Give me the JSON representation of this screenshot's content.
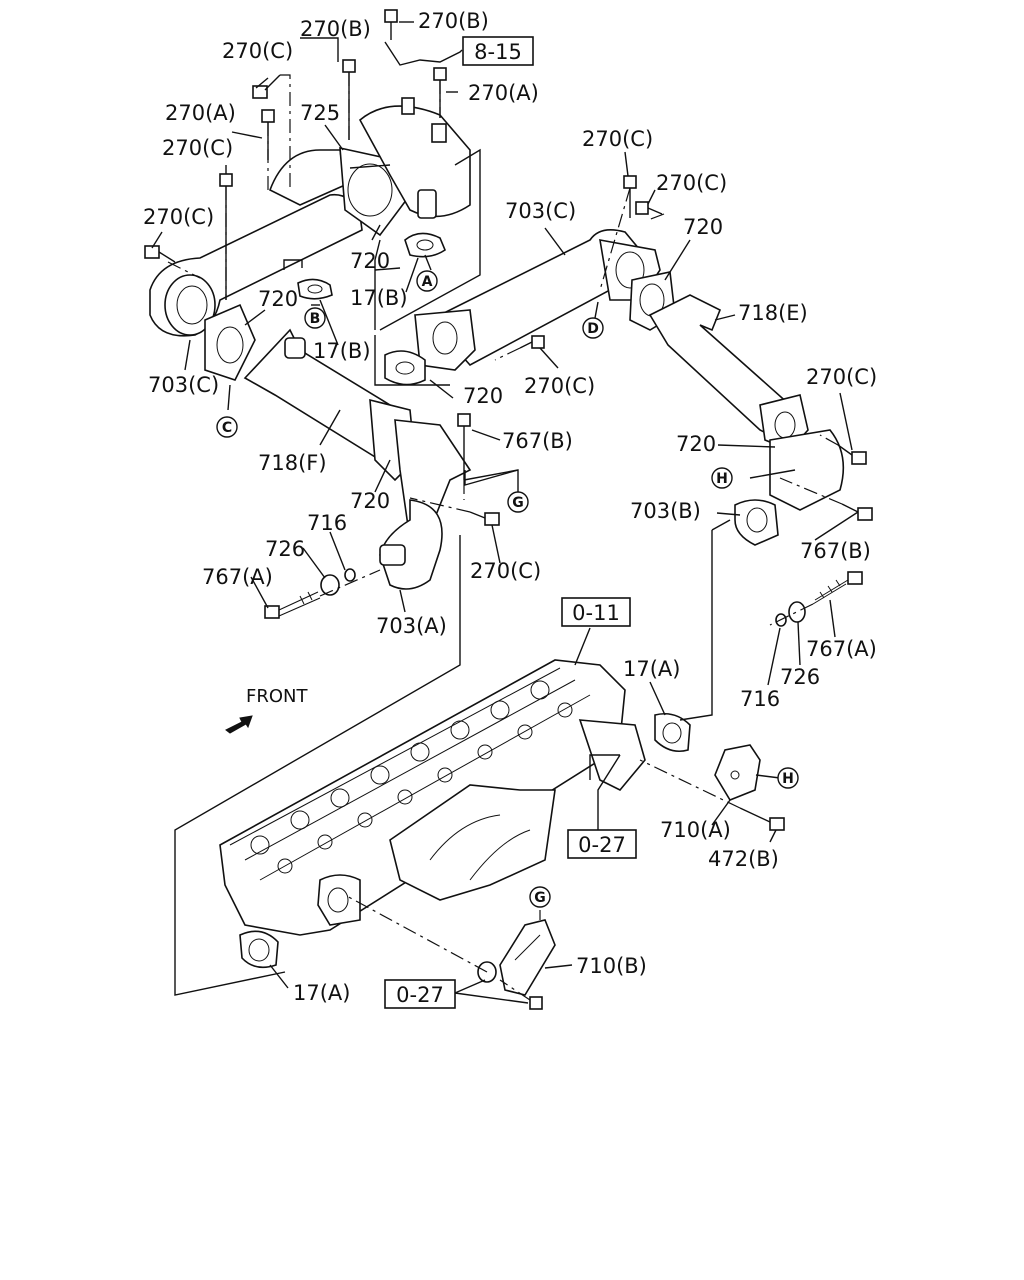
{
  "labels": {
    "l270b_top": "270(B)",
    "l270b_2": "270(B)",
    "l270c_1": "270(C)",
    "l270a_top": "270(A)",
    "l270a_left": "270(A)",
    "l725": "725",
    "l270c_2": "270(C)",
    "l270c_3": "270(C)",
    "l720_a": "720",
    "l17b_a": "17(B)",
    "l720_b": "720",
    "l17b_b": "17(B)",
    "l703c_left": "703(C)",
    "l270c_r1": "270(C)",
    "l270c_r2": "270(C)",
    "l703c_right": "703(C)",
    "l720_r": "720",
    "l718e": "718(E)",
    "l720_mid": "720",
    "l270c_mid": "270(C)",
    "l270c_right": "270(C)",
    "l720_right": "720",
    "l703b": "703(B)",
    "l767b_right": "767(B)",
    "l767a_right": "767(A)",
    "l726_right": "726",
    "l716_right": "716",
    "l718f": "718(F)",
    "l767b_left": "767(B)",
    "l720_low": "720",
    "l716_left": "716",
    "l726_left": "726",
    "l767a_left": "767(A)",
    "l270c_low": "270(C)",
    "l703a": "703(A)",
    "l17a_top": "17(A)",
    "l710a": "710(A)",
    "l472b": "472(B)",
    "l710b": "710(B)",
    "l17a_bottom": "17(A)",
    "front": "FRONT"
  },
  "refs": {
    "ref_8_15": "8-15",
    "ref_0_11": "0-11",
    "ref_0_27_a": "0-27",
    "ref_0_27_b": "0-27"
  },
  "markers": {
    "A": "A",
    "B": "B",
    "C": "C",
    "D": "D",
    "G_top": "G",
    "G_bottom": "G",
    "H_top": "H",
    "H_bottom": "H"
  }
}
